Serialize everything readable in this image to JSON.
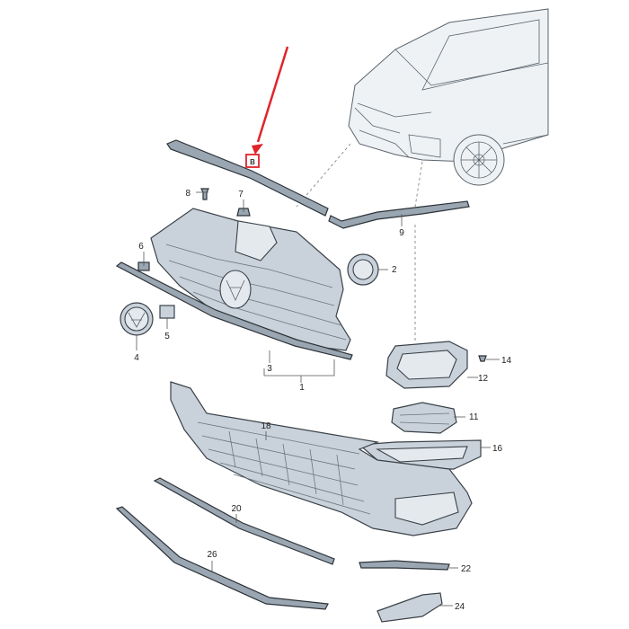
{
  "callout": {
    "text": "B",
    "color": "#e0242a"
  },
  "parts": [
    {
      "number": "1"
    },
    {
      "number": "2"
    },
    {
      "number": "3"
    },
    {
      "number": "4"
    },
    {
      "number": "5"
    },
    {
      "number": "6"
    },
    {
      "number": "7"
    },
    {
      "number": "8"
    },
    {
      "number": "9"
    },
    {
      "number": "11"
    },
    {
      "number": "12"
    },
    {
      "number": "14"
    },
    {
      "number": "16"
    },
    {
      "number": "18"
    },
    {
      "number": "20"
    },
    {
      "number": "22"
    },
    {
      "number": "24"
    },
    {
      "number": "26"
    }
  ]
}
